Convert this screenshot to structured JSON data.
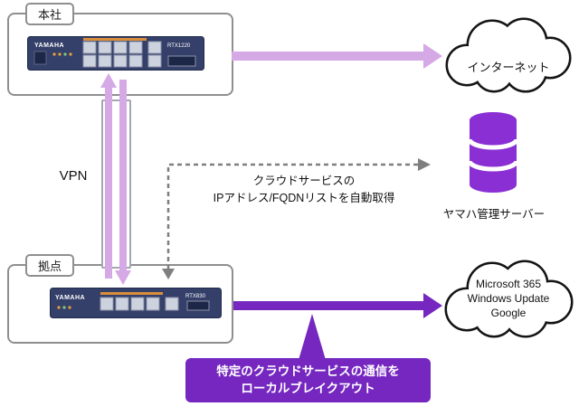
{
  "colors": {
    "vpn_arrow": "#d5a8e6",
    "breakout_arrow": "#7527c0",
    "dashed": "#7f7f7f",
    "callout_bg": "#7527c0",
    "router_body": "#35406a",
    "server_icon": "#8a2fd4",
    "box_border": "#8f8f8f"
  },
  "hq": {
    "label": "本社",
    "router": {
      "brand": "YAMAHA",
      "model": "RTX1220"
    }
  },
  "branch": {
    "label": "拠点",
    "router": {
      "brand": "YAMAHA",
      "model": "RTX830"
    }
  },
  "vpn": {
    "label": "VPN"
  },
  "internet_cloud": {
    "icon": "cloud-icon",
    "label": "インターネット"
  },
  "services_cloud": {
    "icon": "cloud-icon",
    "lines": [
      "Microsoft 365",
      "Windows Update",
      "Google"
    ]
  },
  "management_server": {
    "icon": "database-icon",
    "label": "ヤマハ管理サーバー"
  },
  "fqdn_note": {
    "line1": "クラウドサービスの",
    "line2": "IPアドレス/FQDNリストを自動取得"
  },
  "callout": {
    "line1": "特定のクラウドサービスの通信を",
    "line2": "ローカルブレイクアウト"
  }
}
